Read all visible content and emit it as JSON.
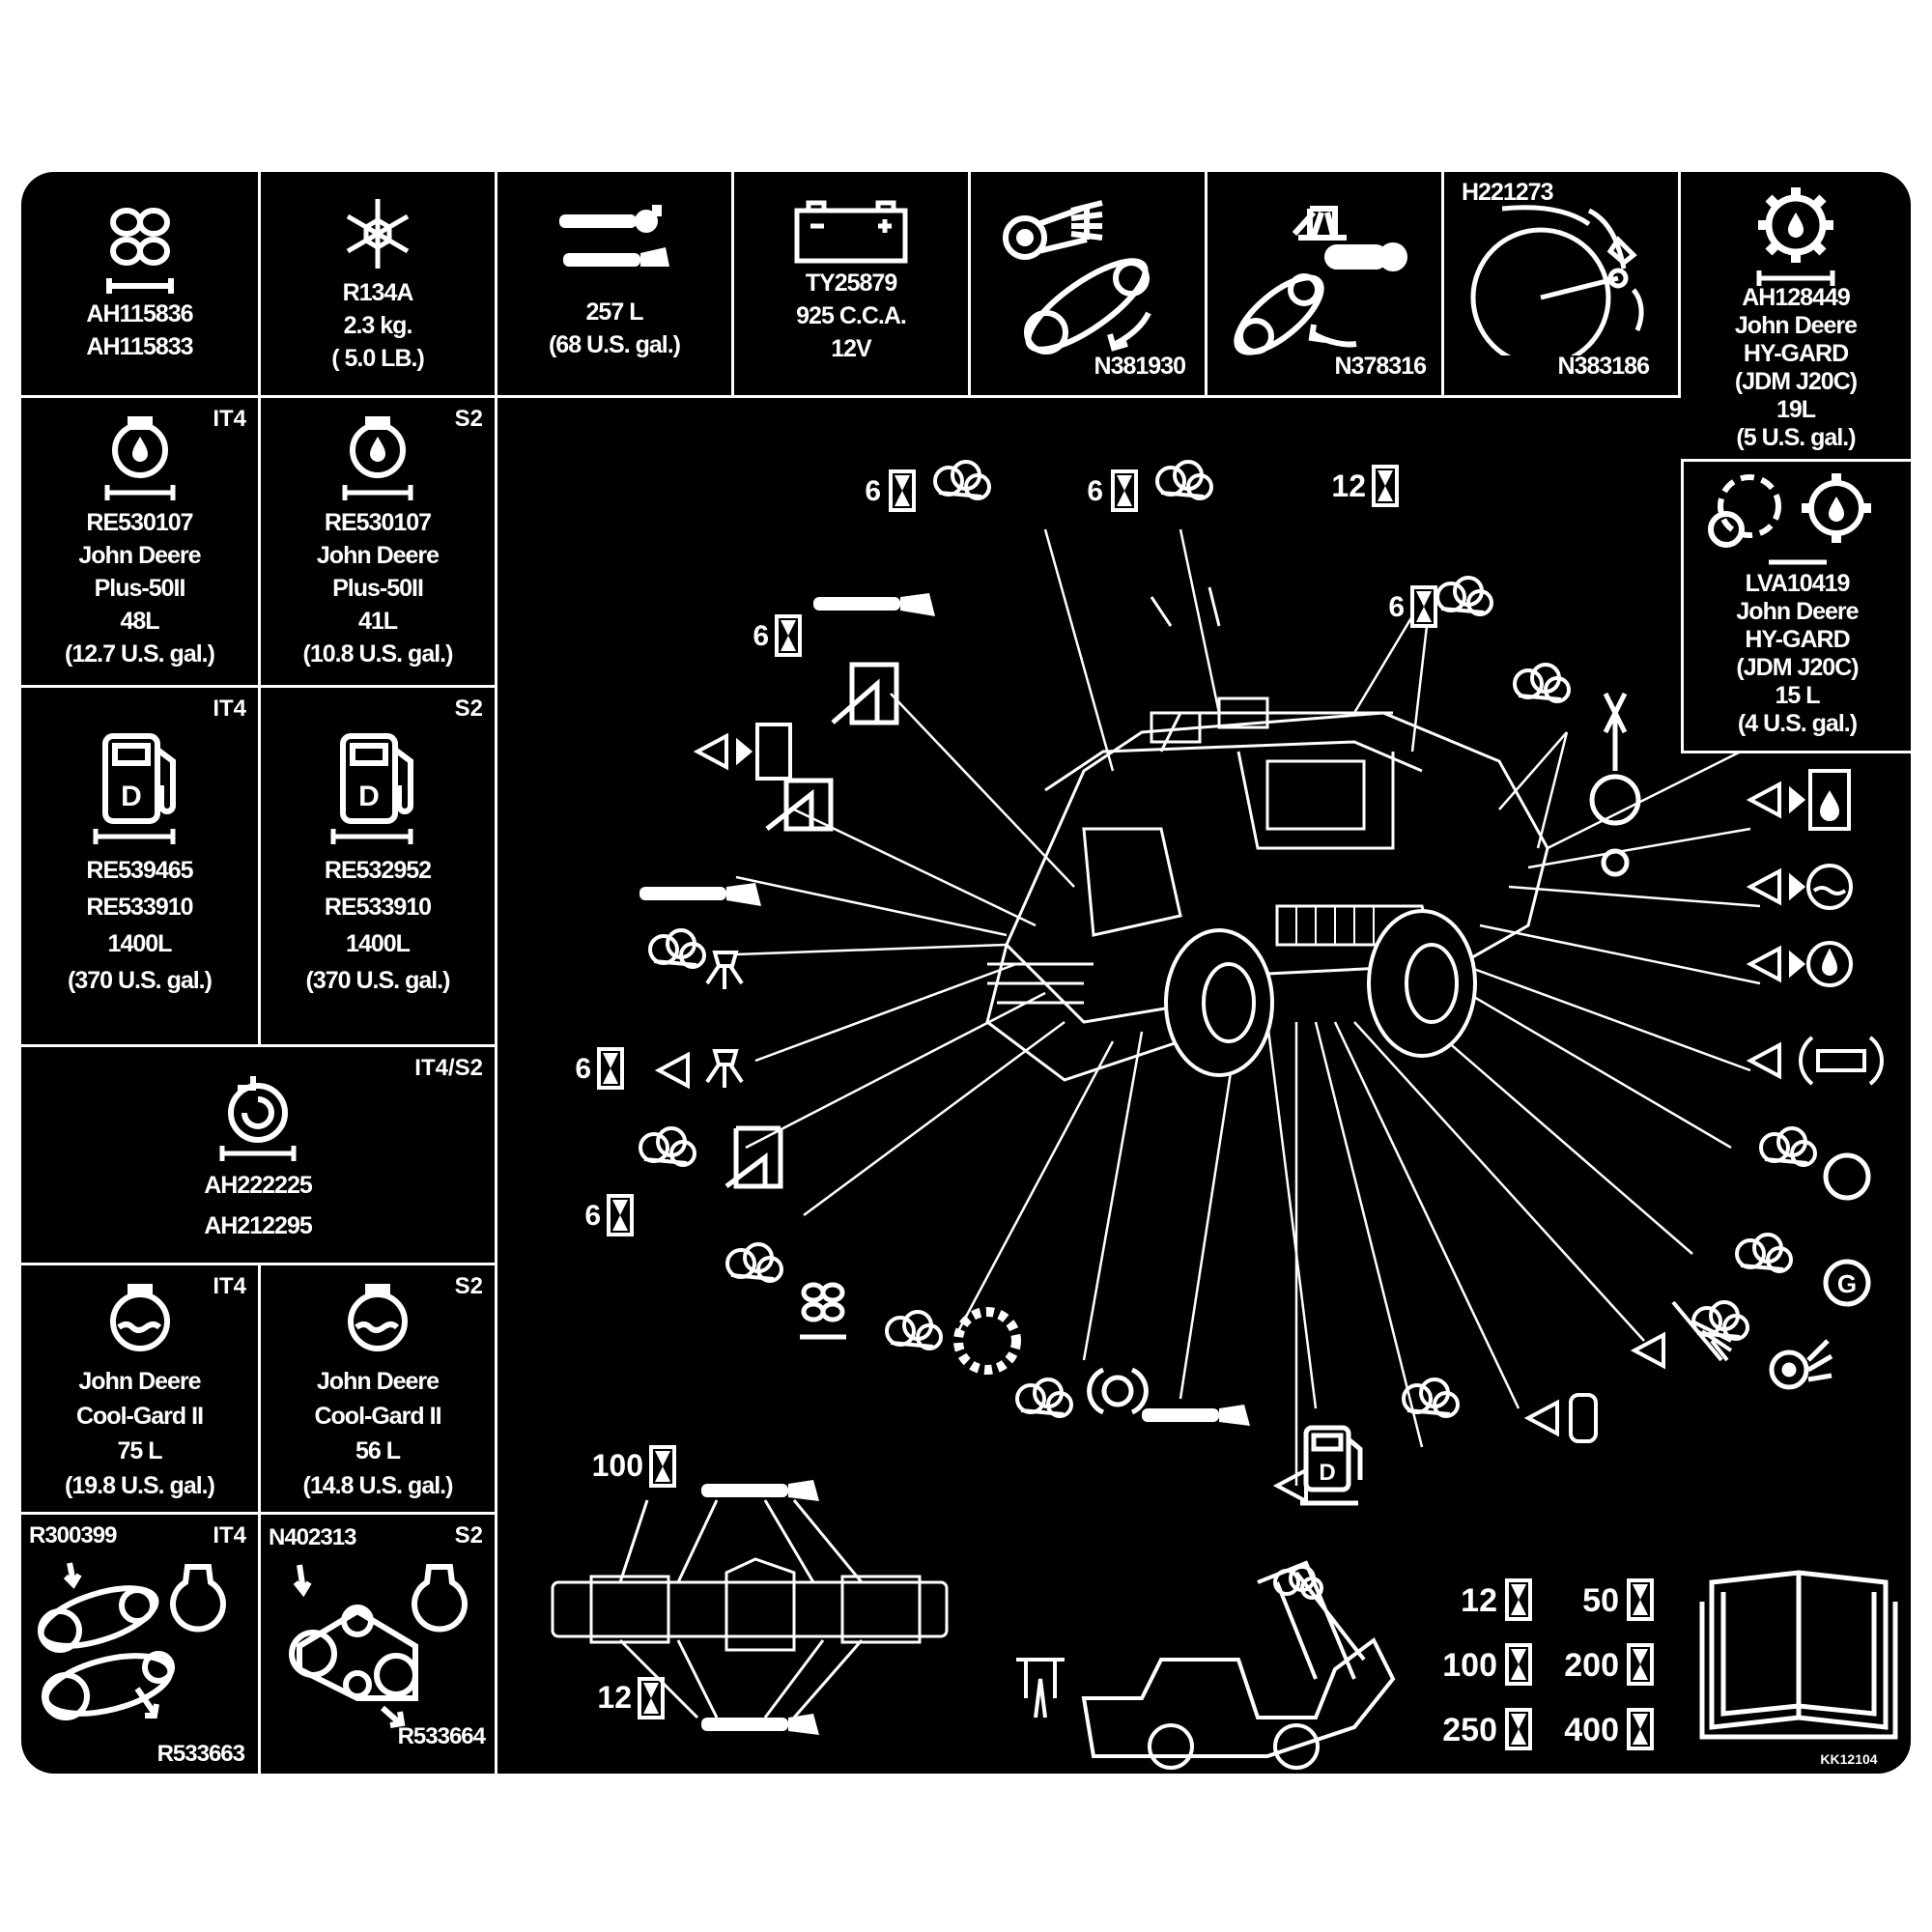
{
  "top_row": [
    {
      "icon": "fan-icon",
      "lines": [
        "AH115836",
        "AH115833"
      ]
    },
    {
      "icon": "snowflake-icon",
      "lines": [
        "R134A",
        "2.3 kg.",
        "( 5.0 LB.)"
      ]
    },
    {
      "icon": "grease-gun-icon",
      "lines": [
        "257 L",
        "(68 U.S. gal.)"
      ]
    },
    {
      "icon": "battery-icon",
      "lines": [
        "TY25879",
        "925 C.C.A.",
        "12V"
      ]
    },
    {
      "icon": "belt-icon",
      "lines": [
        "N381930"
      ]
    },
    {
      "icon": "belt-doffer-icon",
      "lines": [
        "N378316"
      ]
    },
    {
      "icon": "wheel-belt-icon",
      "lines": [
        "H221273",
        "N383186"
      ]
    },
    {
      "icon": "gear-oil-icon",
      "lines": [
        "AH128449",
        "John Deere",
        "HY-GARD",
        "(JDM J20C)",
        "19L",
        "(5 U.S. gal.)"
      ]
    }
  ],
  "right_panel": {
    "icon": "hydraulic-oil-icon",
    "lines": [
      "LVA10419",
      "John Deere",
      "HY-GARD",
      "(JDM J20C)",
      "15 L",
      "(4 U.S. gal.)"
    ]
  },
  "engine_oil": [
    {
      "tag": "IT4",
      "lines": [
        "RE530107",
        "John Deere",
        "Plus-50II",
        "48L",
        "(12.7 U.S. gal.)"
      ]
    },
    {
      "tag": "S2",
      "lines": [
        "RE530107",
        "John Deere",
        "Plus-50II",
        "41L",
        "(10.8 U.S. gal.)"
      ]
    }
  ],
  "fuel": [
    {
      "tag": "IT4",
      "lines": [
        "RE539465",
        "RE533910",
        "1400L",
        "(370 U.S. gal.)"
      ]
    },
    {
      "tag": "S2",
      "lines": [
        "RE532952",
        "RE533910",
        "1400L",
        "(370 U.S. gal.)"
      ]
    }
  ],
  "air_filter": {
    "tag": "IT4/S2",
    "lines": [
      "AH222225",
      "AH212295"
    ]
  },
  "coolant": [
    {
      "tag": "IT4",
      "lines": [
        "John Deere",
        "Cool-Gard II",
        "75 L",
        "(19.8 U.S. gal.)"
      ]
    },
    {
      "tag": "S2",
      "lines": [
        "John Deere",
        "Cool-Gard II",
        "56 L",
        "(14.8 U.S. gal.)"
      ]
    }
  ],
  "belts": [
    {
      "tag": "IT4",
      "part_top": "R300399",
      "part_bottom": "R533663"
    },
    {
      "tag": "S2",
      "part_top": "N402313",
      "part_bottom": "R533664"
    }
  ],
  "diagram_labels": {
    "h6a": "6",
    "h6b": "6",
    "h12top": "12",
    "h6c": "6",
    "h6d": "6",
    "h6e": "6",
    "h6f": "6",
    "axle100": "100",
    "axle12": "12"
  },
  "intervals": [
    "12",
    "50",
    "100",
    "200",
    "250",
    "400"
  ],
  "decal_code": "KK12104",
  "colors": {
    "background": "#000000",
    "foreground": "#ffffff"
  }
}
